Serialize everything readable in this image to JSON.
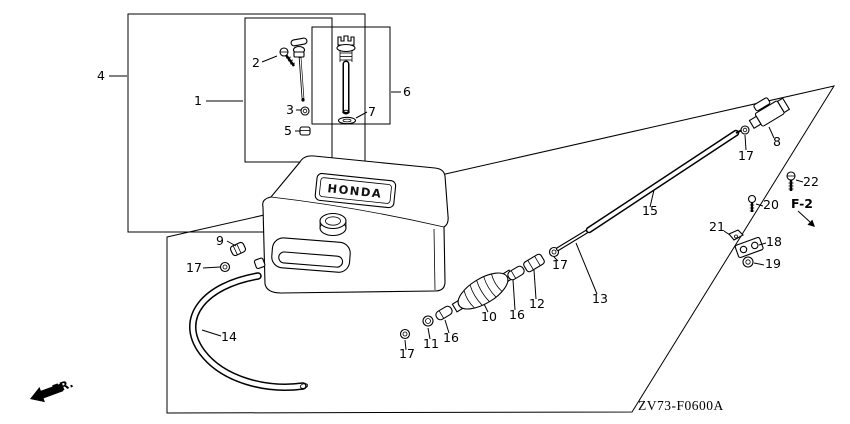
{
  "diagram": {
    "code": "ZV73-F0600A",
    "fr_label": "FR.",
    "ref_label": "F-2",
    "tank_brand": "HONDA"
  },
  "callouts": {
    "c1": "1",
    "c2": "2",
    "c3": "3",
    "c4": "4",
    "c5": "5",
    "c6": "6",
    "c7": "7",
    "c8": "8",
    "c9": "9",
    "c10": "10",
    "c11": "11",
    "c12": "12",
    "c13": "13",
    "c14": "14",
    "c15": "15",
    "c16a": "16",
    "c16b": "16",
    "c17a": "17",
    "c17b": "17",
    "c17c": "17",
    "c17d": "17",
    "c18": "18",
    "c19": "19",
    "c20": "20",
    "c21": "21",
    "c22": "22"
  }
}
